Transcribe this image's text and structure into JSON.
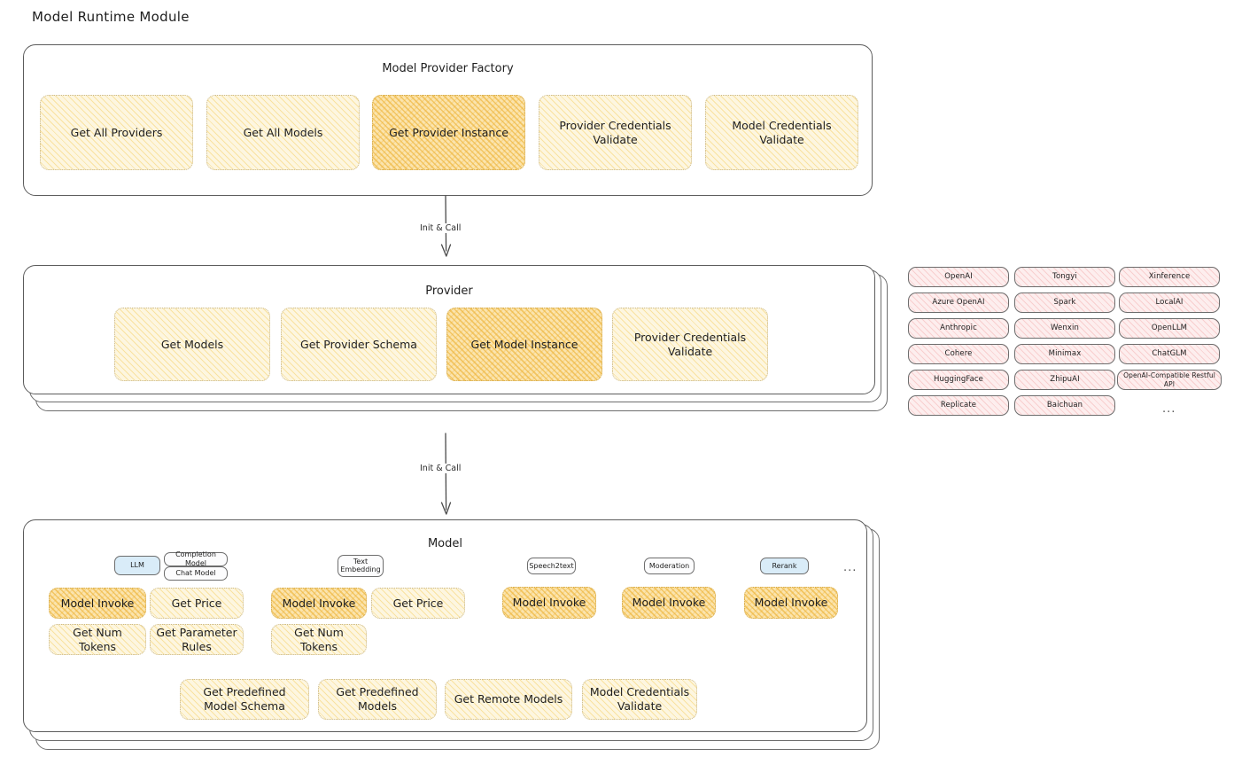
{
  "page": {
    "title": "Model Runtime Module"
  },
  "factory": {
    "title": "Model Provider Factory",
    "nodes": [
      {
        "label": "Get All Providers",
        "style": "light"
      },
      {
        "label": "Get All Models",
        "style": "light"
      },
      {
        "label": "Get Provider Instance",
        "style": "accent"
      },
      {
        "label": "Provider Credentials Validate",
        "style": "light"
      },
      {
        "label": "Model Credentials Validate",
        "style": "light"
      }
    ]
  },
  "arrows": [
    {
      "label": "Init & Call",
      "from": "Model Provider Factory",
      "to": "Provider"
    },
    {
      "label": "Init & Call",
      "from": "Provider",
      "to": "Model"
    }
  ],
  "provider": {
    "title": "Provider",
    "nodes": [
      {
        "label": "Get Models",
        "style": "light"
      },
      {
        "label": "Get Provider Schema",
        "style": "light"
      },
      {
        "label": "Get Model Instance",
        "style": "accent"
      },
      {
        "label": "Provider Credentials Validate",
        "style": "light"
      }
    ]
  },
  "provider_list": {
    "columns": [
      [
        "OpenAI",
        "Azure OpenAI",
        "Anthropic",
        "Cohere",
        "HuggingFace",
        "Replicate"
      ],
      [
        "Tongyi",
        "Spark",
        "Wenxin",
        "Minimax",
        "ZhipuAI",
        "Baichuan"
      ],
      [
        "Xinference",
        "LocalAI",
        "OpenLLM",
        "ChatGLM",
        "OpenAI-Compatible Restful API"
      ]
    ],
    "more": "..."
  },
  "model": {
    "title": "Model",
    "more": "...",
    "groups": [
      {
        "badge": "LLM",
        "badge_style": "blue",
        "sub_badges": [
          "Completion Model",
          "Chat Model"
        ],
        "nodes": [
          {
            "label": "Model Invoke",
            "style": "accent"
          },
          {
            "label": "Get Price",
            "style": "light"
          },
          {
            "label": "Get Num Tokens",
            "style": "light"
          },
          {
            "label": "Get Parameter Rules",
            "style": "light"
          }
        ]
      },
      {
        "badge": "Text Embedding",
        "badge_style": "white",
        "sub_badges": [],
        "nodes": [
          {
            "label": "Model Invoke",
            "style": "accent"
          },
          {
            "label": "Get Price",
            "style": "light"
          },
          {
            "label": "Get Num Tokens",
            "style": "light"
          }
        ]
      },
      {
        "badge": "Speech2text",
        "badge_style": "white",
        "sub_badges": [],
        "nodes": [
          {
            "label": "Model Invoke",
            "style": "accent"
          }
        ]
      },
      {
        "badge": "Moderation",
        "badge_style": "white",
        "sub_badges": [],
        "nodes": [
          {
            "label": "Model Invoke",
            "style": "accent"
          }
        ]
      },
      {
        "badge": "Rerank",
        "badge_style": "blue",
        "sub_badges": [],
        "nodes": [
          {
            "label": "Model Invoke",
            "style": "accent"
          }
        ]
      }
    ],
    "common_nodes": [
      {
        "label": "Get Predefined Model Schema",
        "style": "light"
      },
      {
        "label": "Get Predefined Models",
        "style": "light"
      },
      {
        "label": "Get Remote Models",
        "style": "light"
      },
      {
        "label": "Model Credentials Validate",
        "style": "light"
      }
    ]
  },
  "colors": {
    "accent_fill": "#fbe4ad",
    "light_fill": "#fdf6e0",
    "provider_chip_fill": "#fdeeee",
    "badge_blue": "#d9ecf8",
    "panel_border": "#5c5c5c"
  }
}
